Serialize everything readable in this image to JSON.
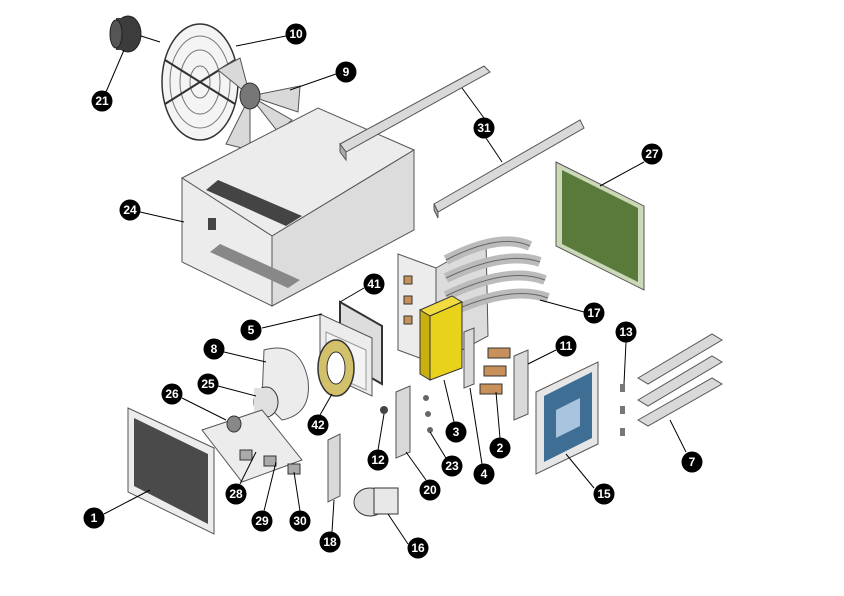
{
  "diagram": {
    "colors": {
      "badge": "#000000",
      "badge_text": "#ffffff",
      "filter_green": "#5a7a3c",
      "filter_blue": "#3e6e94",
      "controller_yellow": "#e8d21c",
      "heater_copper": "#c8905a"
    },
    "callouts": {
      "c1": "1",
      "c2": "2",
      "c3": "3",
      "c4": "4",
      "c5": "5",
      "c7": "7",
      "c8": "8",
      "c9": "9",
      "c10": "10",
      "c11": "11",
      "c12": "12",
      "c13": "13",
      "c15": "15",
      "c16": "16",
      "c17": "17",
      "c18": "18",
      "c20": "20",
      "c21": "21",
      "c23": "23",
      "c24": "24",
      "c25": "25",
      "c26": "26",
      "c27": "27",
      "c28": "28",
      "c29": "29",
      "c30": "30",
      "c31": "31",
      "c41": "41",
      "c42": "42"
    }
  }
}
